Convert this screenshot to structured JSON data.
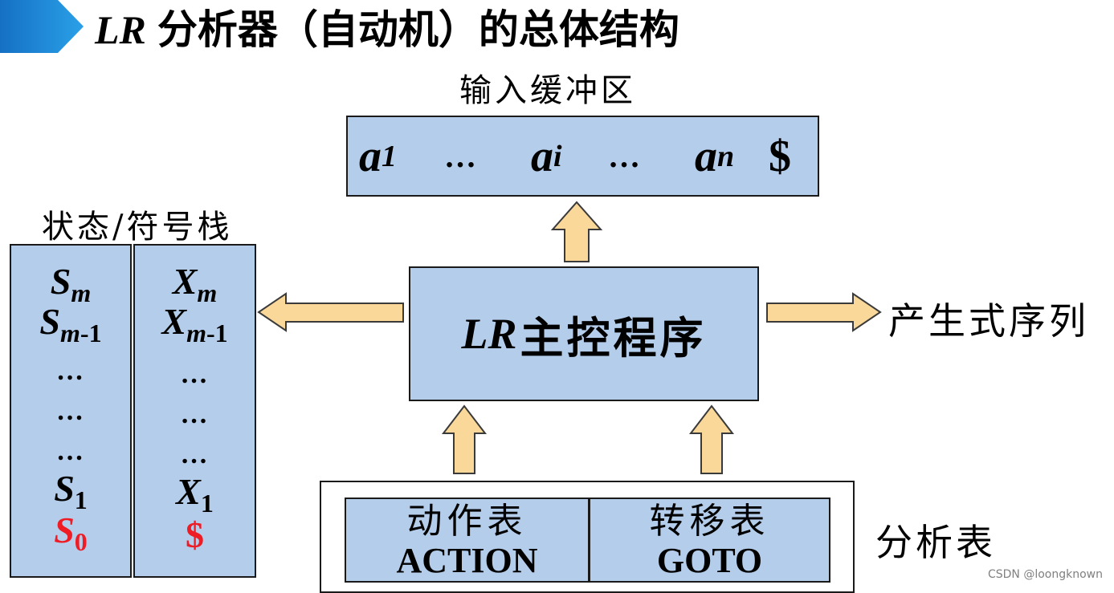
{
  "title": {
    "prefix": "LR",
    "text": "分析器（自动机）的总体结构"
  },
  "input_buffer": {
    "label": "输入缓冲区",
    "tokens": [
      {
        "base": "a",
        "sub": "1"
      },
      {
        "base": "…",
        "sub": ""
      },
      {
        "base": "a",
        "sub": "i"
      },
      {
        "base": "…",
        "sub": ""
      },
      {
        "base": "a",
        "sub": "n"
      },
      {
        "base": "$",
        "sub": ""
      }
    ]
  },
  "stack": {
    "label": "状态/符号栈",
    "states": [
      {
        "base": "S",
        "sub": "m"
      },
      {
        "base": "S",
        "sub": "m",
        "sub2": "-1"
      },
      {
        "base": "…"
      },
      {
        "base": "…"
      },
      {
        "base": "…"
      },
      {
        "base": "S",
        "sub": "1"
      },
      {
        "base": "S",
        "sub": "0"
      }
    ],
    "symbols": [
      {
        "base": "X",
        "sub": "m"
      },
      {
        "base": "X",
        "sub": "m",
        "sub2": "-1"
      },
      {
        "base": "…"
      },
      {
        "base": "…"
      },
      {
        "base": "…"
      },
      {
        "base": "X",
        "sub": "1"
      },
      {
        "base": "$"
      }
    ],
    "highlight_color": "#ee1c24"
  },
  "main_program": {
    "prefix": "LR",
    "text": "主控程序"
  },
  "output": {
    "label": "产生式序列"
  },
  "table": {
    "label": "分析表",
    "action": {
      "zh": "动作表",
      "en": "ACTION"
    },
    "goto": {
      "zh": "转移表",
      "en": "GOTO"
    }
  },
  "colors": {
    "box_fill": "#b4cdea",
    "arrow_fill": "#f9d89a",
    "arrow_stroke": "#3a3a3a",
    "title_bar": "#1e8ad6"
  },
  "watermark": "CSDN @loongknown"
}
